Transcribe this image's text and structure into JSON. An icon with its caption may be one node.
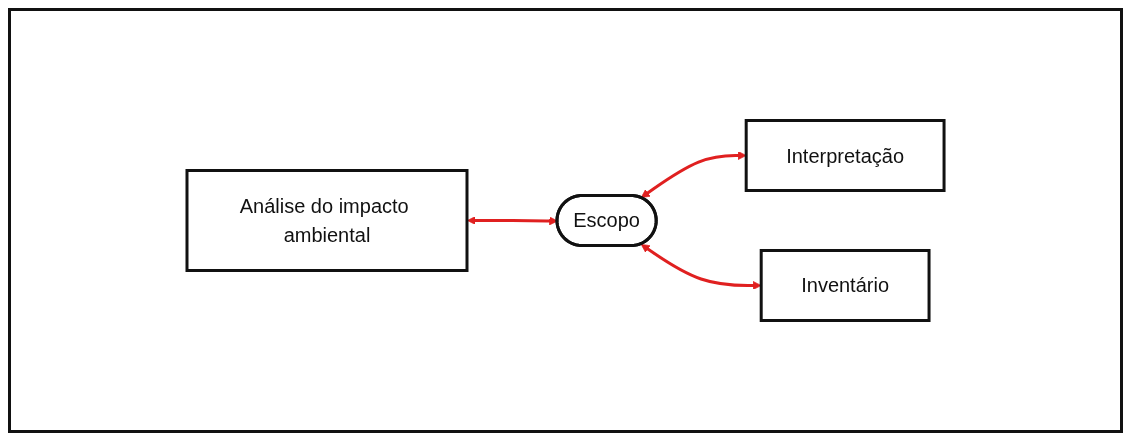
{
  "diagram": {
    "nodes": [
      {
        "text": [
          "Análise do impacto ambiental"
        ]
      },
      {
        "text": [
          "Escopo"
        ]
      },
      {
        "text": [
          "Interpretação"
        ]
      },
      {
        "text": [
          "Inventário"
        ]
      }
    ],
    "edges": [
      {
        "from": 0,
        "to": 1,
        "arrow": "both",
        "color": "#e02020"
      },
      {
        "from": 1,
        "to": 2,
        "arrow": "both",
        "color": "#e02020"
      },
      {
        "from": 1,
        "to": 3,
        "arrow": "both",
        "color": "#e02020"
      }
    ]
  }
}
